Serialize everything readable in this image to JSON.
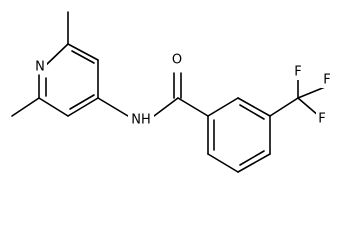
{
  "molecule": {
    "atoms": {
      "pyridine_n": "N",
      "amide_nh": "NH",
      "carbonyl_o": "O",
      "fluorine_1": "F",
      "fluorine_2": "F",
      "fluorine_3": "F"
    }
  },
  "colors": {
    "bond": "#000000",
    "label": "#000000",
    "background": "#ffffff"
  }
}
